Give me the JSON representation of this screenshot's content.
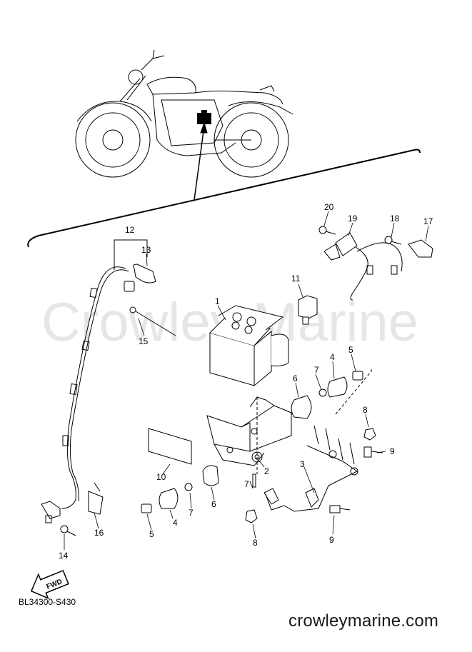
{
  "watermark": "Crowley Marine",
  "fwd_label": "FWD",
  "diagram_code": "BL34300-S430",
  "website": "crowleymarine.com",
  "callouts": {
    "c1": "1",
    "c2": "2",
    "c3": "3",
    "c4a": "4",
    "c4b": "4",
    "c5a": "5",
    "c5b": "5",
    "c6a": "6",
    "c6b": "6",
    "c7a": "7",
    "c7b": "7",
    "c7c": "7",
    "c8a": "8",
    "c8b": "8",
    "c9a": "9",
    "c9b": "9",
    "c10": "10",
    "c11": "11",
    "c12": "12",
    "c13": "13",
    "c14": "14",
    "c15": "15",
    "c16": "16",
    "c17": "17",
    "c18": "18",
    "c19": "19",
    "c20": "20"
  }
}
